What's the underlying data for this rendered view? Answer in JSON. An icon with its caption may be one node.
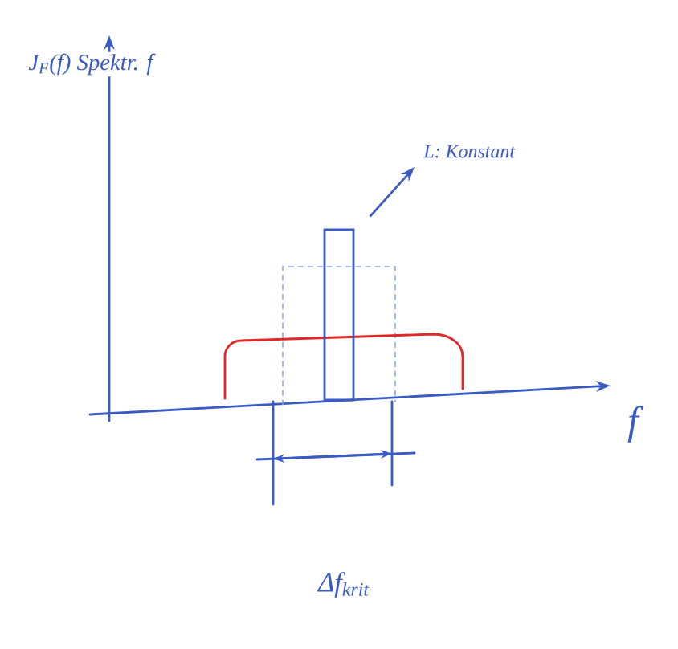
{
  "diagram": {
    "nodes": [
      {
        "text": [
          "L: Konstant"
        ]
      },
      {
        "text": [],
        "shape": "bar"
      }
    ],
    "edges": [
      {
        "from": 1,
        "to": 0,
        "arrow": "to"
      }
    ],
    "labels": [
      "J$_{F}$(f) Spektr. f",
      "f",
      "Δf$_{krit}$"
    ]
  }
}
